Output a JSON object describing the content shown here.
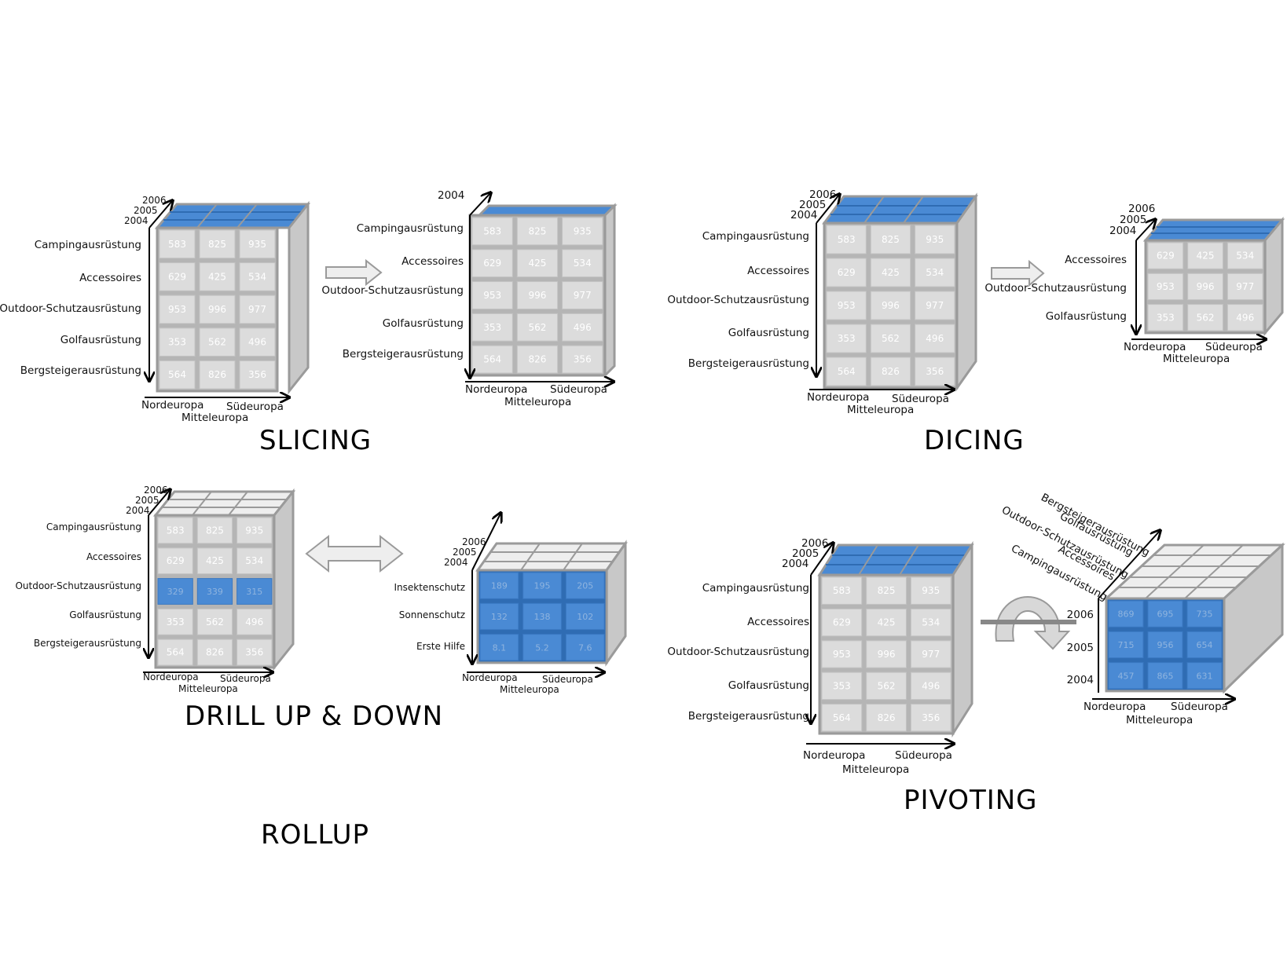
{
  "titles": {
    "slicing": "SLICING",
    "dicing": "DICING",
    "drill": "DRILL UP & DOWN",
    "rollup": "ROLLUP",
    "pivoting": "PIVOTING"
  },
  "axes": {
    "years": [
      "2006",
      "2005",
      "2004"
    ],
    "year_single": "2004",
    "regions_left": "Nordeuropa",
    "regions_right": "Südeuropa",
    "regions_mid": "Mitteleuropa"
  },
  "categories": {
    "all": [
      "Campingausrüstung",
      "Accessoires",
      "Outdoor-Schutzausrüstung",
      "Golfausrüstung",
      "Bergsteigerausrüstung"
    ],
    "diced": [
      "Accessoires",
      "Outdoor-Schutzausrüstung",
      "Golfausrüstung"
    ],
    "drilled": [
      "Insektenschutz",
      "Sonnenschutz",
      "Erste Hilfe"
    ],
    "pivot_diag": [
      "Bergsteigerausrüstung",
      "Golfausrüstung",
      "Outdoor-Schutzausrüstung",
      "Accessoires",
      "Campingausrüstung"
    ],
    "pivot_years": [
      "2006",
      "2005",
      "2004"
    ]
  },
  "values": {
    "main": [
      [
        "583",
        "825",
        "935"
      ],
      [
        "629",
        "425",
        "534"
      ],
      [
        "953",
        "996",
        "977"
      ],
      [
        "353",
        "562",
        "496"
      ],
      [
        "564",
        "826",
        "356"
      ]
    ],
    "diced": [
      [
        "629",
        "425",
        "534"
      ],
      [
        "953",
        "996",
        "977"
      ],
      [
        "353",
        "562",
        "496"
      ]
    ],
    "outdoor_row": [
      "329",
      "339",
      "315"
    ],
    "drilled": [
      [
        "189",
        "195",
        "205"
      ],
      [
        "132",
        "138",
        "102"
      ],
      [
        "8.1",
        "5.2",
        "7.6"
      ]
    ],
    "pivot": [
      [
        "869",
        "695",
        "735"
      ],
      [
        "715",
        "956",
        "654"
      ],
      [
        "457",
        "865",
        "631"
      ]
    ]
  },
  "colors": {
    "blue": "#4a8ad4",
    "gray": "#dcdcdc",
    "border": "#9a9a9a"
  }
}
